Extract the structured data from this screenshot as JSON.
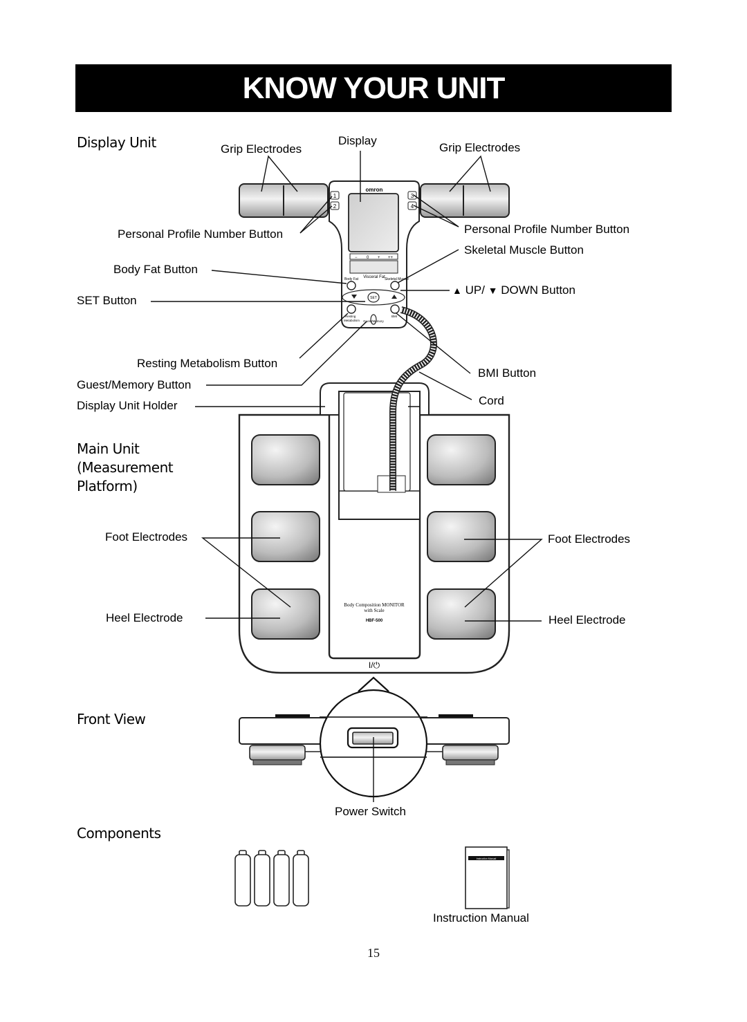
{
  "page": {
    "title": "KNOW YOUR UNIT",
    "page_number": "15"
  },
  "sections": {
    "display_unit": "Display Unit",
    "main_unit": [
      "Main Unit",
      "(Measurement",
      "Platform)"
    ],
    "front_view": "Front View",
    "components": "Components"
  },
  "labels": {
    "display": "Display",
    "grip_left": "Grip Electrodes",
    "grip_right": "Grip Electrodes",
    "profile_left": "Personal Profile Number Button",
    "profile_right": "Personal Profile Number Button",
    "skeletal": "Skeletal Muscle Button",
    "body_fat": "Body Fat Button",
    "set": "SET Button",
    "updown": "UP/",
    "down": "DOWN Button",
    "resting": "Resting Metabolism Button",
    "guest": "Guest/Memory Button",
    "holder": "Display Unit Holder",
    "bmi": "BMI Button",
    "cord": "Cord",
    "foot_left": "Foot Electrodes",
    "foot_right": "Foot Electrodes",
    "heel_left": "Heel Electrode",
    "heel_right": "Heel Electrode",
    "power": "Power Switch",
    "manual": "Instruction Manual"
  },
  "device": {
    "brand": "omron",
    "visceral_fat": "Visceral Fat",
    "body_fat": "Body Fat",
    "skeletal_muscle": "Skeletal Muscle",
    "set": "SET",
    "resting": "Resting",
    "metabolism": "Metabolism",
    "bmi": "BMI",
    "guest_memory": "Guest/Memory",
    "bar_minus": "−",
    "bar_zero": "0",
    "bar_plus": "+",
    "bar_plusplus": "++",
    "profile_buttons": [
      "1",
      "2",
      "3",
      "4"
    ],
    "platform_text_1": "Body Composition MONITOR",
    "platform_text_2": "with Scale",
    "model": "HBF-500",
    "power_symbol": "I/⏻",
    "manual_cover": "Instruction Manual"
  }
}
